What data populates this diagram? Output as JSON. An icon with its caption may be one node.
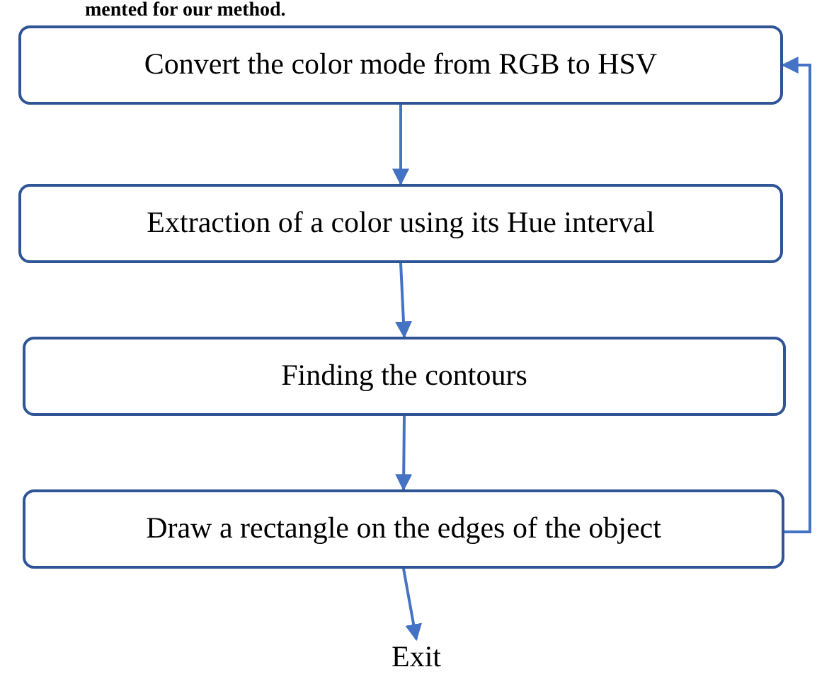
{
  "diagram": {
    "nodes": [
      {
        "text": [
          "Convert the color mode from RGB to HSV"
        ]
      },
      {
        "text": [
          "Extraction of a color using its Hue interval"
        ]
      },
      {
        "text": [
          "Finding the contours"
        ]
      },
      {
        "text": [
          "Draw a rectangle on the edges of the object"
        ]
      },
      {
        "text": [
          "Exit"
        ]
      }
    ],
    "edges": [
      {
        "from": 0,
        "to": 1,
        "arrow": "to"
      },
      {
        "from": 1,
        "to": 2,
        "arrow": "to"
      },
      {
        "from": 2,
        "to": 3,
        "arrow": "to"
      },
      {
        "from": 3,
        "to": 4,
        "arrow": "to"
      },
      {
        "from": 3,
        "to": 0,
        "arrow": "to"
      }
    ],
    "labels": [
      "mented for our method."
    ]
  }
}
